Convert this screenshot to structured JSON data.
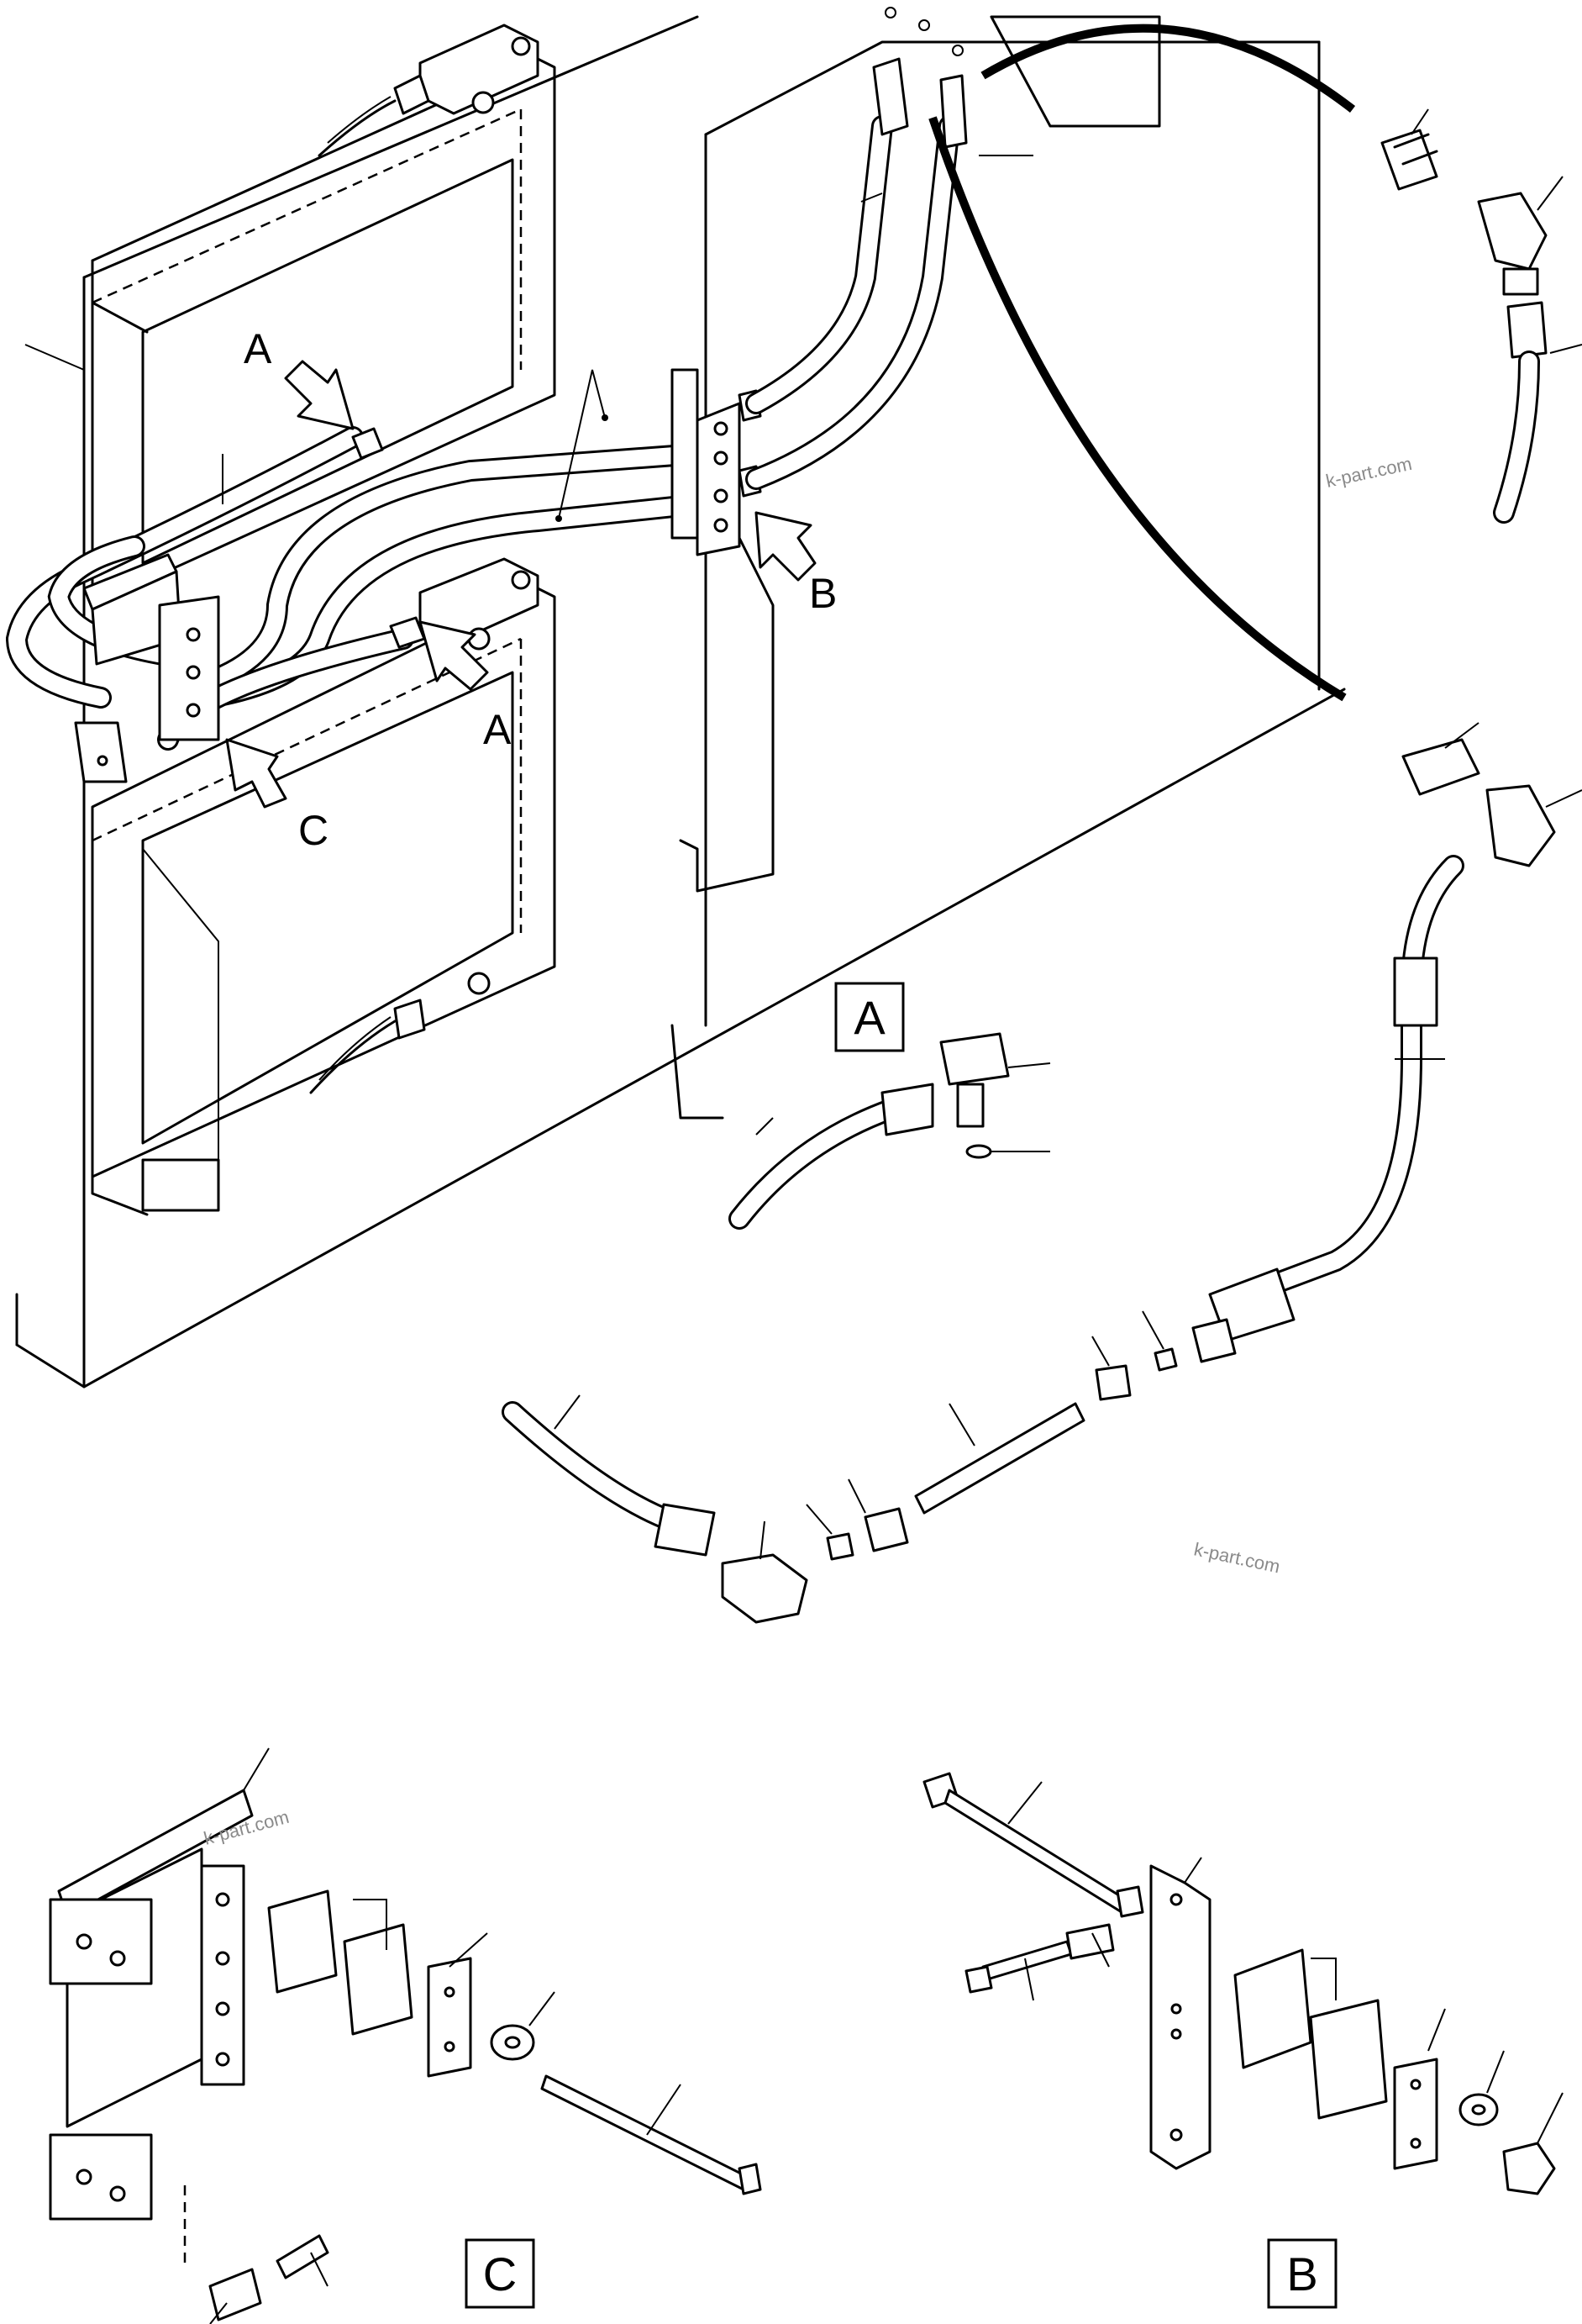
{
  "callouts": {
    "view_a_top": "A",
    "view_a_bottom": "A",
    "view_b": "B",
    "view_c": "C"
  },
  "detail_boxes": {
    "detail_a": "A",
    "detail_b": "B",
    "detail_c": "C"
  },
  "watermarks": {
    "wm_1": "k-part.com",
    "wm_2": "k-part.com",
    "wm_3": "k-part.com"
  },
  "colors": {
    "line": "#000000",
    "background": "#ffffff",
    "watermark": "#8a8a8a"
  }
}
